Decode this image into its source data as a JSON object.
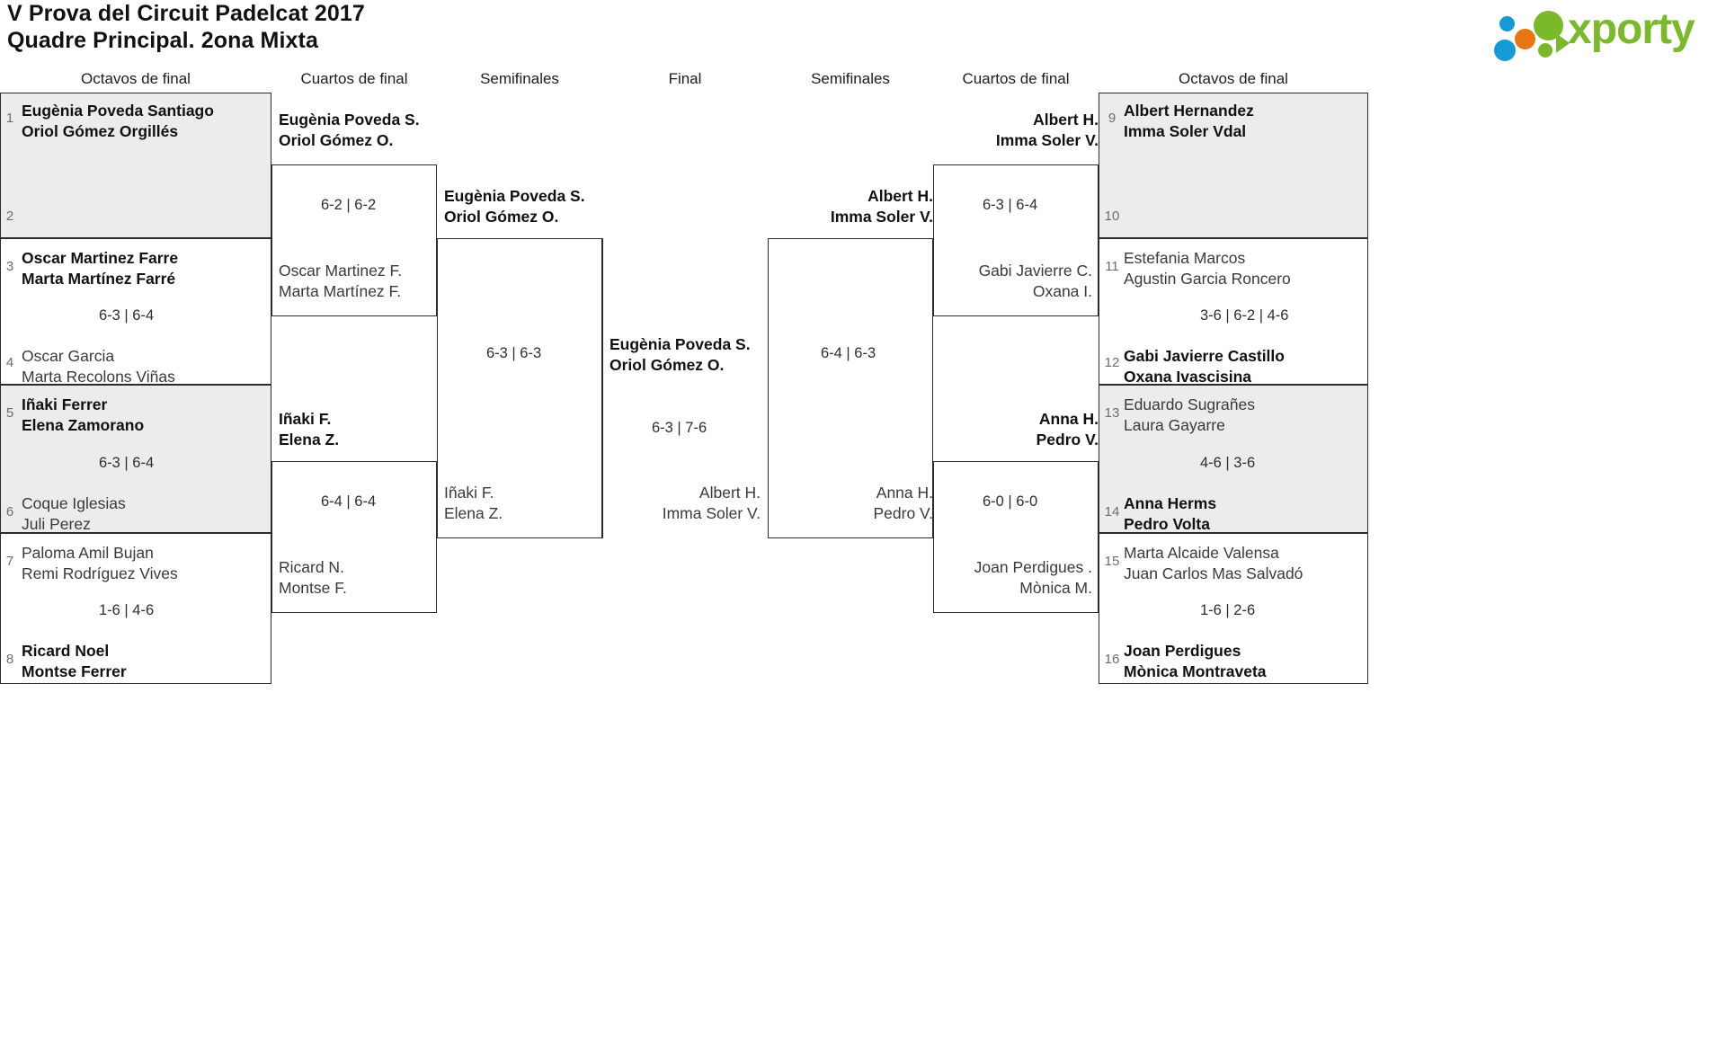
{
  "header": {
    "title_line1": "V Prova del Circuit Padelcat 2017",
    "title_line2": "Quadre Principal. 2ona Mixta",
    "logo_text": "xporty",
    "logo_colors": {
      "green": "#7ab929",
      "orange": "#e87511",
      "blue": "#159ad6"
    }
  },
  "rounds": {
    "octavos_left": "Octavos de final",
    "cuartos_left": "Cuartos de final",
    "semis_left": "Semifinales",
    "final": "Final",
    "semis_right": "Semifinales",
    "cuartos_right": "Cuartos de final",
    "octavos_right": "Octavos de final"
  },
  "seeds": {
    "s1": "1",
    "s2": "2",
    "s3": "3",
    "s4": "4",
    "s5": "5",
    "s6": "6",
    "s7": "7",
    "s8": "8",
    "s9": "9",
    "s10": "10",
    "s11": "11",
    "s12": "12",
    "s13": "13",
    "s14": "14",
    "s15": "15",
    "s16": "16"
  },
  "left": {
    "octavos": [
      {
        "seed_top": "1",
        "seed_bot": "2",
        "top_l1": "Eugènia Poveda Santiago",
        "top_l2": "Oriol Gómez Orgillés",
        "bot_l1": "",
        "bot_l2": "",
        "score": ""
      },
      {
        "seed_top": "3",
        "seed_bot": "4",
        "top_l1": "Oscar Martinez Farre",
        "top_l2": "Marta Martínez Farré",
        "bot_l1": "Oscar Garcia",
        "bot_l2": "Marta Recolons Viñas",
        "score": "6-3 | 6-4"
      },
      {
        "seed_top": "5",
        "seed_bot": "6",
        "top_l1": "Iñaki Ferrer",
        "top_l2": "Elena Zamorano",
        "bot_l1": "Coque Iglesias",
        "bot_l2": "Juli Perez",
        "score": "6-3 | 6-4"
      },
      {
        "seed_top": "7",
        "seed_bot": "8",
        "top_l1": "Paloma Amil Bujan",
        "top_l2": "Remi Rodríguez Vives",
        "bot_l1": "Ricard Noel",
        "bot_l2": "Montse Ferrer",
        "score": "1-6 | 4-6"
      }
    ],
    "cuartos": [
      {
        "top_l1": "Eugènia Poveda S.",
        "top_l2": "Oriol Gómez O.",
        "bot_l1": "Oscar Martinez F.",
        "bot_l2": "Marta Martínez F.",
        "score": "6-2 | 6-2"
      },
      {
        "top_l1": "Iñaki F.",
        "top_l2": "Elena Z.",
        "bot_l1": "Ricard N.",
        "bot_l2": "Montse F.",
        "score": "6-4 | 6-4"
      }
    ],
    "semis": [
      {
        "top_l1": "Eugènia Poveda S.",
        "top_l2": "Oriol Gómez O.",
        "bot_l1": "Iñaki F.",
        "bot_l2": "Elena Z.",
        "score": "6-3 | 6-3"
      }
    ]
  },
  "final": {
    "top_l1": "Eugènia Poveda S.",
    "top_l2": "Oriol Gómez O.",
    "bot_l1": "Albert H.",
    "bot_l2": "Imma Soler V.",
    "score": "6-3 | 7-6"
  },
  "right": {
    "octavos": [
      {
        "seed_top": "9",
        "seed_bot": "10",
        "top_l1": "Albert Hernandez",
        "top_l2": "Imma Soler Vdal",
        "bot_l1": "",
        "bot_l2": "",
        "score": ""
      },
      {
        "seed_top": "11",
        "seed_bot": "12",
        "top_l1": "Estefania Marcos",
        "top_l2": "Agustin Garcia Roncero",
        "bot_l1": "Gabi Javierre Castillo",
        "bot_l2": "Oxana Ivascisina",
        "score": "3-6 | 6-2 | 4-6"
      },
      {
        "seed_top": "13",
        "seed_bot": "14",
        "top_l1": "Eduardo Sugrañes",
        "top_l2": "Laura Gayarre",
        "bot_l1": "Anna Herms",
        "bot_l2": "Pedro Volta",
        "score": "4-6 | 3-6"
      },
      {
        "seed_top": "15",
        "seed_bot": "16",
        "top_l1": "Marta Alcaide Valensa",
        "top_l2": "Juan Carlos Mas Salvadó",
        "bot_l1": "Joan Perdigues",
        "bot_l2": "Mònica Montraveta",
        "score": "1-6 | 2-6"
      }
    ],
    "cuartos": [
      {
        "top_l1": "Albert H.",
        "top_l2": "Imma Soler V.",
        "bot_l1": "Gabi Javierre C.",
        "bot_l2": "Oxana I.",
        "score": "6-3 | 6-4"
      },
      {
        "top_l1": "Anna H.",
        "top_l2": "Pedro V.",
        "bot_l1": "Joan Perdigues .",
        "bot_l2": "Mònica M.",
        "score": "6-0 | 6-0"
      }
    ],
    "semis": [
      {
        "top_l1": "Albert H.",
        "top_l2": "Imma Soler V.",
        "bot_l1": "Anna H.",
        "bot_l2": "Pedro V.",
        "score": "6-4 | 6-3"
      }
    ]
  }
}
